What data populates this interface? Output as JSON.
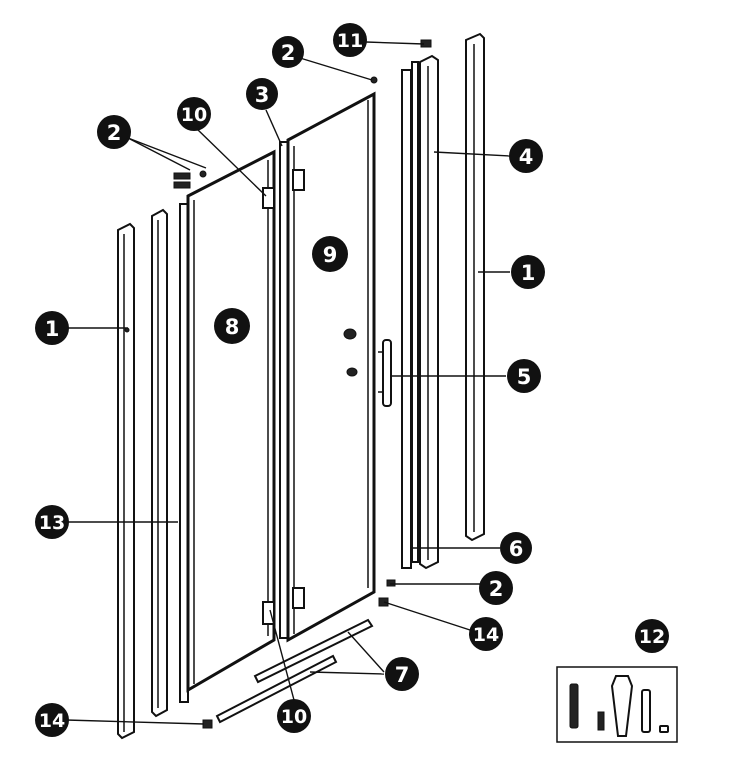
{
  "diagram": {
    "callouts": [
      {
        "id": "c1-left",
        "label": "1"
      },
      {
        "id": "c1-right",
        "label": "1"
      },
      {
        "id": "c2-top",
        "label": "2"
      },
      {
        "id": "c2-left",
        "label": "2"
      },
      {
        "id": "c2-bottom",
        "label": "2"
      },
      {
        "id": "c3",
        "label": "3"
      },
      {
        "id": "c4",
        "label": "4"
      },
      {
        "id": "c5",
        "label": "5"
      },
      {
        "id": "c6",
        "label": "6"
      },
      {
        "id": "c7",
        "label": "7"
      },
      {
        "id": "c8",
        "label": "8"
      },
      {
        "id": "c9",
        "label": "9"
      },
      {
        "id": "c10-top",
        "label": "10"
      },
      {
        "id": "c10-bottom",
        "label": "10"
      },
      {
        "id": "c11",
        "label": "11"
      },
      {
        "id": "c12",
        "label": "12"
      },
      {
        "id": "c13",
        "label": "13"
      },
      {
        "id": "c14-left",
        "label": "14"
      },
      {
        "id": "c14-right",
        "label": "14"
      }
    ]
  }
}
